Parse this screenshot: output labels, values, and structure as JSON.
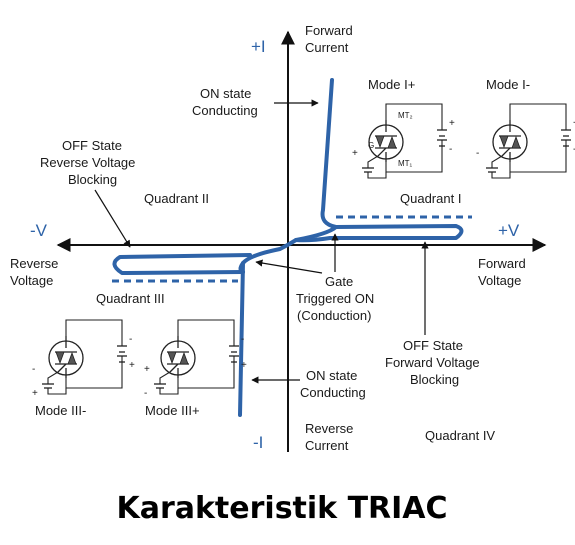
{
  "axes": {
    "plus_i": "+I",
    "minus_i": "-I",
    "minus_v": "-V",
    "plus_v": "+V"
  },
  "labels": {
    "forward_current": [
      "Forward",
      "Current"
    ],
    "reverse_current": [
      "Reverse",
      "Current"
    ],
    "reverse_voltage": [
      "Reverse",
      "Voltage"
    ],
    "forward_voltage": [
      "Forward",
      "Voltage"
    ],
    "on_state_top": [
      "ON state",
      "Conducting"
    ],
    "on_state_bottom": [
      "ON state",
      "Conducting"
    ],
    "off_state_reverse": [
      "OFF State",
      "Reverse Voltage",
      "Blocking"
    ],
    "off_state_forward": [
      "OFF State",
      "Forward Voltage",
      "Blocking"
    ],
    "gate_triggered": [
      "Gate",
      "Triggered ON",
      "(Conduction)"
    ]
  },
  "quadrants": {
    "q1": "Quadrant I",
    "q2": "Quadrant II",
    "q3": "Quadrant III",
    "q4": "Quadrant IV"
  },
  "modes": {
    "mode_1_plus": "Mode I+",
    "mode_1_minus": "Mode I-",
    "mode_3_minus": "Mode III-",
    "mode_3_plus": "Mode III+"
  },
  "circuit_terms": {
    "mt2": "MT₂",
    "mt1": "MT₁",
    "gate": "G",
    "plus": "+",
    "minus": "-"
  },
  "caption": "Karakteristik TRIAC",
  "colors": {
    "curve": "#2e63a8",
    "axis_sign": "#2e63a8",
    "ink": "#1a1a1a"
  }
}
